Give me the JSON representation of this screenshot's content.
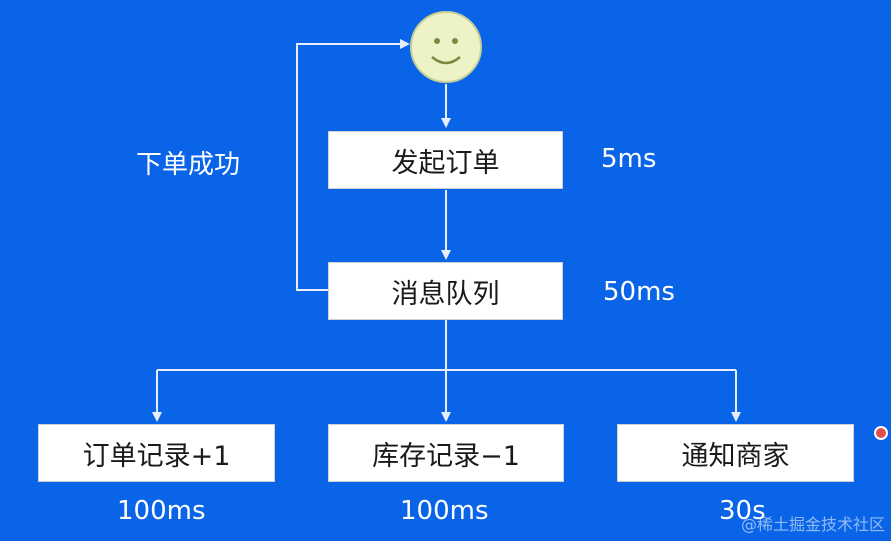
{
  "diagram": {
    "nodes": {
      "user": {
        "icon": "smiley-face-icon"
      },
      "place_order": {
        "label": "发起订单"
      },
      "message_queue": {
        "label": "消息队列"
      },
      "order_record": {
        "label": "订单记录+1"
      },
      "inventory_record": {
        "label": "库存记录−1"
      },
      "notify_merchant": {
        "label": "通知商家"
      }
    },
    "annotations": {
      "order_success": "下单成功",
      "place_order_time": "5ms",
      "queue_time": "50ms",
      "order_record_time": "100ms",
      "inventory_record_time": "100ms",
      "notify_time": "30s"
    },
    "edges": [
      {
        "from": "user",
        "to": "place_order"
      },
      {
        "from": "place_order",
        "to": "message_queue"
      },
      {
        "from": "message_queue",
        "to": "user",
        "label": "下单成功"
      },
      {
        "from": "message_queue",
        "to": "order_record"
      },
      {
        "from": "message_queue",
        "to": "inventory_record"
      },
      {
        "from": "message_queue",
        "to": "notify_merchant"
      }
    ]
  },
  "watermark": "@稀土掘金技术社区",
  "colors": {
    "background": "#0a64e8",
    "line": "#e6eefc",
    "box": "#ffffff",
    "text": "#1a1a1a"
  }
}
